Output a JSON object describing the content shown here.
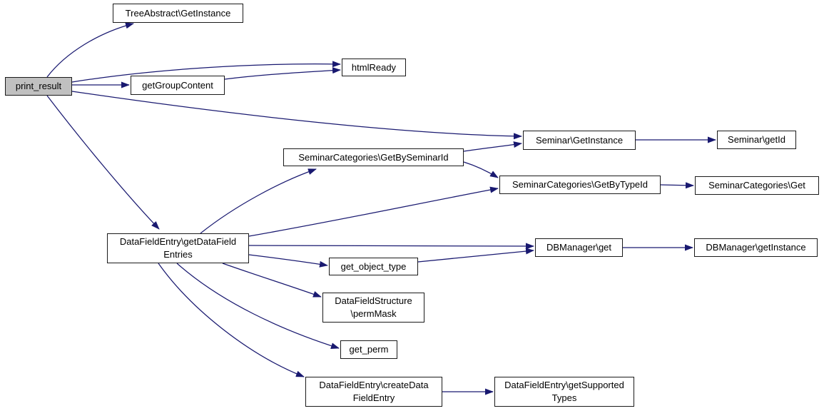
{
  "diagram": {
    "type": "call-graph",
    "background_color": "#ffffff",
    "edge_color": "#191970",
    "node_fill": "#ffffff",
    "node_border_color": "#1a1a1a",
    "highlight_fill": "#c0c0c0",
    "nodes": {
      "print_result": {
        "lines": [
          "print_result"
        ],
        "highlighted": true
      },
      "tree_abstract_get_instance": {
        "lines": [
          "TreeAbstract\\GetInstance"
        ]
      },
      "html_ready": {
        "lines": [
          "htmlReady"
        ]
      },
      "get_group_content": {
        "lines": [
          "getGroupContent"
        ]
      },
      "seminar_get_instance": {
        "lines": [
          "Seminar\\GetInstance"
        ]
      },
      "seminar_get_id": {
        "lines": [
          "Seminar\\getId"
        ]
      },
      "seminar_categories_get_by_seminar_id": {
        "lines": [
          "SeminarCategories\\GetBySeminarId"
        ]
      },
      "seminar_categories_get_by_type_id": {
        "lines": [
          "SeminarCategories\\GetByTypeId"
        ]
      },
      "seminar_categories_get": {
        "lines": [
          "SeminarCategories\\Get"
        ]
      },
      "data_field_entry_get_data_field_entries": {
        "lines": [
          "DataFieldEntry\\getDataField",
          "Entries"
        ]
      },
      "db_manager_get": {
        "lines": [
          "DBManager\\get"
        ]
      },
      "db_manager_get_instance": {
        "lines": [
          "DBManager\\getInstance"
        ]
      },
      "get_object_type": {
        "lines": [
          "get_object_type"
        ]
      },
      "data_field_structure_perm_mask": {
        "lines": [
          "DataFieldStructure",
          "\\permMask"
        ]
      },
      "get_perm": {
        "lines": [
          "get_perm"
        ]
      },
      "data_field_entry_create_data_field_entry": {
        "lines": [
          "DataFieldEntry\\createData",
          "FieldEntry"
        ]
      },
      "data_field_entry_get_supported_types": {
        "lines": [
          "DataFieldEntry\\getSupported",
          "Types"
        ]
      }
    },
    "edges": [
      {
        "from": "print_result",
        "to": "tree_abstract_get_instance"
      },
      {
        "from": "print_result",
        "to": "html_ready"
      },
      {
        "from": "print_result",
        "to": "get_group_content"
      },
      {
        "from": "print_result",
        "to": "seminar_get_instance"
      },
      {
        "from": "print_result",
        "to": "data_field_entry_get_data_field_entries"
      },
      {
        "from": "get_group_content",
        "to": "html_ready"
      },
      {
        "from": "data_field_entry_get_data_field_entries",
        "to": "seminar_categories_get_by_seminar_id"
      },
      {
        "from": "seminar_categories_get_by_seminar_id",
        "to": "seminar_get_instance"
      },
      {
        "from": "seminar_categories_get_by_seminar_id",
        "to": "seminar_categories_get_by_type_id"
      },
      {
        "from": "data_field_entry_get_data_field_entries",
        "to": "seminar_categories_get_by_type_id"
      },
      {
        "from": "seminar_get_instance",
        "to": "seminar_get_id"
      },
      {
        "from": "seminar_categories_get_by_type_id",
        "to": "seminar_categories_get"
      },
      {
        "from": "data_field_entry_get_data_field_entries",
        "to": "db_manager_get"
      },
      {
        "from": "data_field_entry_get_data_field_entries",
        "to": "get_object_type"
      },
      {
        "from": "get_object_type",
        "to": "db_manager_get"
      },
      {
        "from": "db_manager_get",
        "to": "db_manager_get_instance"
      },
      {
        "from": "data_field_entry_get_data_field_entries",
        "to": "data_field_structure_perm_mask"
      },
      {
        "from": "data_field_entry_get_data_field_entries",
        "to": "get_perm"
      },
      {
        "from": "data_field_entry_get_data_field_entries",
        "to": "data_field_entry_create_data_field_entry"
      },
      {
        "from": "data_field_entry_create_data_field_entry",
        "to": "data_field_entry_get_supported_types"
      }
    ]
  }
}
